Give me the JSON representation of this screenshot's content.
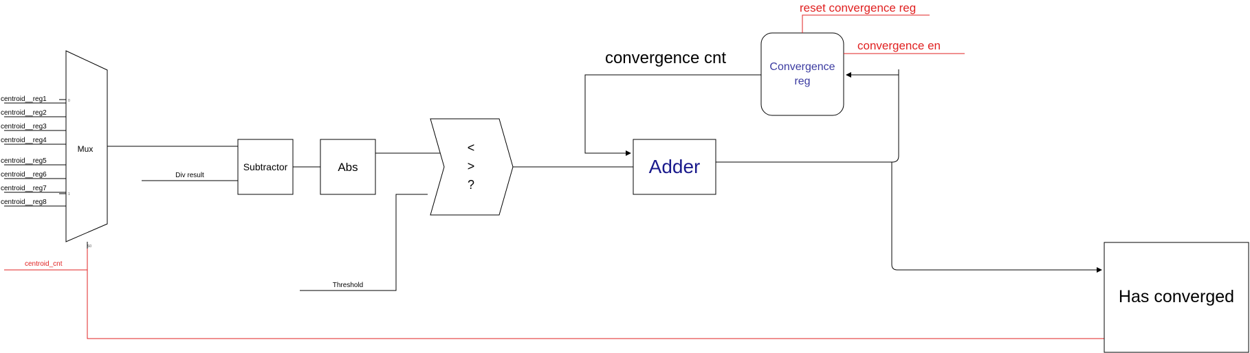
{
  "colors": {
    "wire": "#000000",
    "control": "#e02020",
    "adder_text": "#1a1a8c",
    "conv_reg_text": "#3a3aa0"
  },
  "mux": {
    "label": "Mux",
    "inputs": [
      "centroid__reg1",
      "centroid__reg2",
      "centroid__reg3",
      "centroid__reg4",
      "centroid__reg5",
      "centroid__reg6",
      "centroid__reg7",
      "centroid__reg8"
    ],
    "first_pin": "0",
    "last_pin": "1",
    "select_pin": "S0"
  },
  "signals": {
    "centroid_cnt": "centroid_cnt",
    "div_result": "Div result",
    "threshold": "Threshold",
    "convergence_cnt": "convergence cnt",
    "reset_convergence_reg": "reset convergence reg",
    "convergence_en": "convergence en"
  },
  "blocks": {
    "subtractor": "Subtractor",
    "abs": "Abs",
    "comparator": [
      "<",
      ">",
      "?"
    ],
    "adder": "Adder",
    "convergence_reg": [
      "Convergence",
      "reg"
    ],
    "has_converged": "Has converged"
  }
}
